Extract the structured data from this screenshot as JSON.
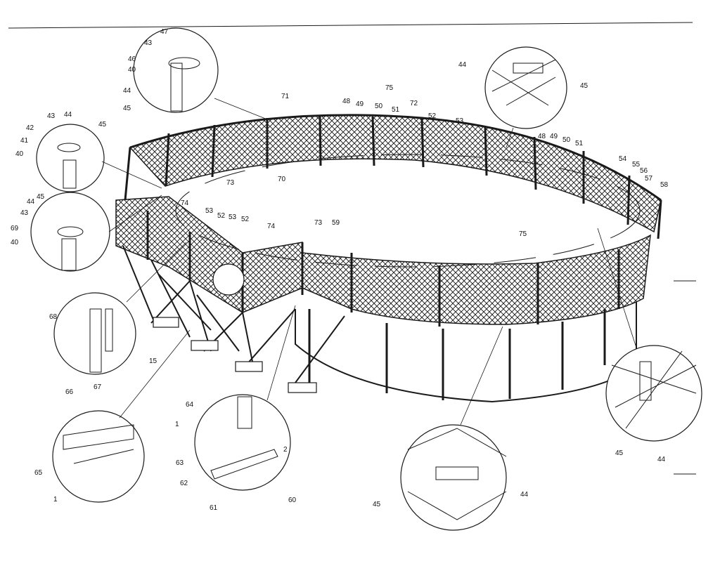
{
  "callouts": {
    "top_inset": [
      "47",
      "43",
      "46",
      "40",
      "44",
      "45"
    ],
    "left_inset_1": [
      "43",
      "44",
      "42",
      "45",
      "41",
      "40"
    ],
    "left_inset_2": [
      "45",
      "44",
      "43",
      "69",
      "40"
    ],
    "right_inset": [
      "44",
      "45"
    ],
    "fence_main": [
      "71",
      "48",
      "49",
      "75",
      "50",
      "51",
      "72",
      "52",
      "53",
      "48",
      "49",
      "50",
      "51",
      "54",
      "55",
      "56",
      "57",
      "58",
      "70",
      "73",
      "74",
      "53",
      "52",
      "53",
      "52",
      "74",
      "73",
      "59",
      "75"
    ],
    "post_inset": [
      "68",
      "15",
      "67"
    ],
    "rail_inset": [
      "66",
      "65",
      "1"
    ],
    "base_inset": [
      "64",
      "1",
      "2",
      "63",
      "62",
      "61",
      "60"
    ],
    "wire_inset_bottom": [
      "45",
      "44"
    ],
    "wire_inset_right": [
      "45",
      "44"
    ]
  }
}
